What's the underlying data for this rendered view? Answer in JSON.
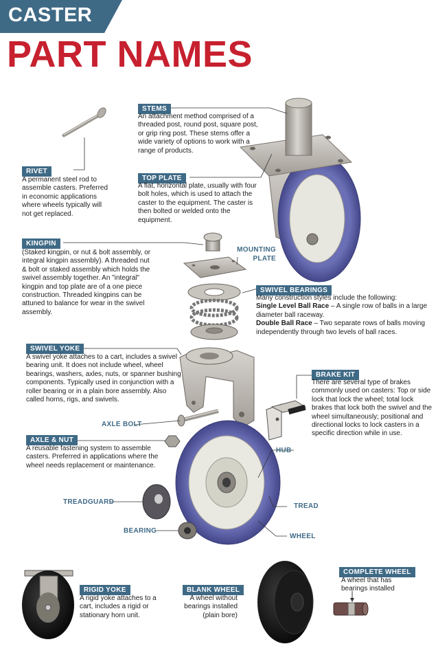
{
  "header": {
    "tag": "CASTER",
    "title": "PART NAMES"
  },
  "parts": {
    "stems": {
      "label": "STEMS",
      "desc": "An attachment method comprised of a threaded post, round post, square post, or grip ring post. These stems offer a wide variety of options to work with a range of products."
    },
    "rivet": {
      "label": "RIVET",
      "desc": "A permanent steel rod to assemble casters. Preferred in economic applications where wheels typically will not get replaced."
    },
    "top_plate": {
      "label": "TOP PLATE",
      "desc": "A flat, horizontal plate, usually with four bolt holes, which is used to attach the caster to the equipment. The caster is then bolted or welded onto the equipment."
    },
    "kingpin": {
      "label": "KINGPIN",
      "desc": "(Staked kingpin, or nut & bolt assembly, or integral kingpin assembly). A threaded nut & bolt or staked assembly which holds the swivel assembly together. An \"integral\" kingpin and top plate are of a one piece construction. Threaded kingpins can be attuned to balance for wear in the swivel assembly."
    },
    "mounting_plate": {
      "line1": "MOUNTING",
      "line2": "PLATE"
    },
    "swivel_bearings": {
      "label": "SWIVEL BEARINGS",
      "intro": "Many construction styles include the following:",
      "single_term": "Single Level Ball Race",
      "single_desc": " – A single row of balls in a large diameter ball raceway.",
      "double_term": "Double Ball Race",
      "double_desc": " – Two separate rows of balls moving independently through two levels of ball races."
    },
    "swivel_yoke": {
      "label": "SWIVEL YOKE",
      "desc": "A swivel yoke attaches to a cart, includes a swivel bearing unit. It does not include wheel, wheel bearings, washers, axles, nuts, or spanner bushing components. Typically used in conjunction with a roller bearing or in a plain bore assembly. Also called horns, rigs, and swivels."
    },
    "brake_kit": {
      "label": "BRAKE KIT",
      "desc": "There are several type of brakes commonly used on casters: Top or side lock that lock the wheel; total lock brakes that lock both the swivel and the wheel simultaneously; positional and directional locks to lock casters in a specific direction while in use."
    },
    "axle_bolt": {
      "label": "AXLE BOLT"
    },
    "axle_nut": {
      "label": "AXLE & NUT",
      "desc": "A reusable fastening system to assemble casters. Preferred in applications where the wheel needs replacement or maintenance."
    },
    "hub": {
      "label": "HUB"
    },
    "treadguard": {
      "label": "TREADGUARD"
    },
    "tread": {
      "label": "TREAD"
    },
    "bearing": {
      "label": "BEARING"
    },
    "wheel": {
      "label": "WHEEL"
    },
    "complete_wheel": {
      "label": "COMPLETE WHEEL",
      "desc": "A wheel that has bearings installed"
    },
    "rigid_yoke": {
      "label": "RIGID YOKE",
      "desc": "A rigid yoke attaches to a cart, includes a rigid or stationary horn unit."
    },
    "blank_wheel": {
      "label": "BLANK WHEEL",
      "desc": "A wheel without bearings installed (plain bore)"
    }
  },
  "colors": {
    "accent": "#3f6a86",
    "title_red": "#c7202f",
    "tread_purple": "#5a5ea3",
    "metal_gray": "#b9b4ae"
  }
}
